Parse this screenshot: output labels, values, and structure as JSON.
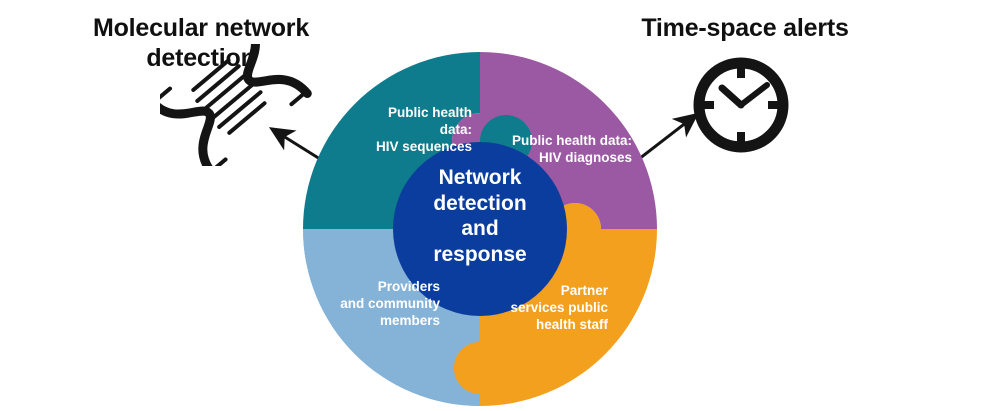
{
  "headings": {
    "left": "Molecular network\ndetection",
    "right": "Time-space alerts"
  },
  "icons": {
    "dna": "dna-helix-icon",
    "clock": "clock-icon",
    "arrow_left": "arrow-pointing-upper-left-icon",
    "arrow_right": "arrow-pointing-upper-right-icon"
  },
  "wheel": {
    "center": {
      "label": "Network\ndetection\nand\nresponse",
      "color": "#0B3D9E"
    },
    "segments": [
      {
        "id": "public-health-data-hiv-sequences",
        "label": "Public health data:\nHIV sequences",
        "color": "#0E7C8C",
        "position": "top-left"
      },
      {
        "id": "public-health-data-hiv-diagnoses",
        "label": "Public health data:\nHIV diagnoses",
        "color": "#9B59A4",
        "position": "top-right"
      },
      {
        "id": "partner-services-public-health-staff",
        "label": "Partner\nservices public\nhealth staff",
        "color": "#F2A01E",
        "position": "bottom-right"
      },
      {
        "id": "providers-and-community-members",
        "label": "Providers\nand community\nmembers",
        "color": "#85B3D8",
        "position": "bottom-left"
      }
    ]
  },
  "colors": {
    "teal": "#0E7C8C",
    "purple": "#9B59A4",
    "orange": "#F2A01E",
    "light_blue": "#85B3D8",
    "dark_blue": "#0B3D9E",
    "text_dark": "#101010",
    "text_light": "#FFFFFF",
    "background": "#FFFFFF"
  }
}
